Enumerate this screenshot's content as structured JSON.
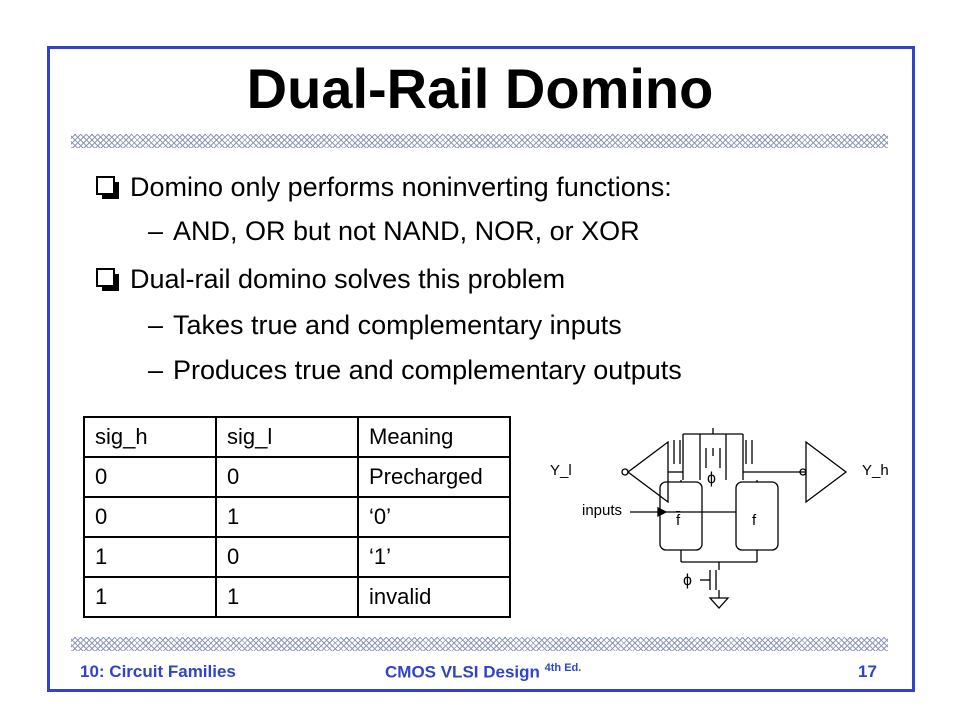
{
  "slide": {
    "title": "Dual-Rail Domino",
    "bullets": [
      {
        "text": "Domino only performs noninverting functions:",
        "sub": [
          "AND, OR but not NAND, NOR, or XOR"
        ]
      },
      {
        "text": "Dual-rail domino solves this problem",
        "sub": [
          "Takes true and complementary inputs",
          "Produces true and complementary outputs"
        ]
      }
    ],
    "dash": "–",
    "table": {
      "headers": [
        "sig_h",
        "sig_l",
        "Meaning"
      ],
      "rows": [
        [
          "0",
          "0",
          "Precharged"
        ],
        [
          "0",
          "1",
          "‘0’"
        ],
        [
          "1",
          "0",
          "‘1’"
        ],
        [
          "1",
          "1",
          "invalid"
        ]
      ]
    },
    "schematic": {
      "label_yl": "Y_l",
      "label_yh": "Y_h",
      "label_inputs": "inputs",
      "label_phi": "ϕ",
      "label_f": "f",
      "label_fbar": "f"
    }
  },
  "footer": {
    "left": "10: Circuit Families",
    "center_main": "CMOS VLSI Design",
    "center_sup": "4th Ed.",
    "page_number": "17"
  },
  "colors": {
    "frame": "#2f44c8",
    "footer_text": "#2f44c8",
    "hatch": "#8f98b8"
  }
}
